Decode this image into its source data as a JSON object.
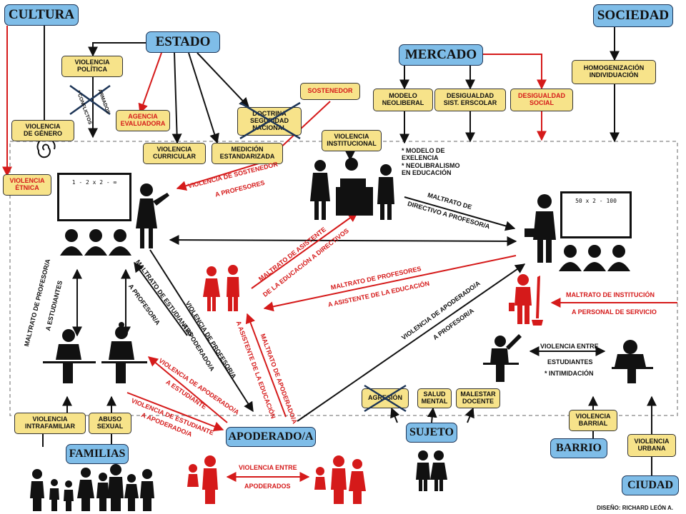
{
  "boxes": {
    "cultura": "CULTURA",
    "estado": "ESTADO",
    "mercado": "MERCADO",
    "sociedad": "SOCIEDAD",
    "familias": "FAMILIAS",
    "apoderado": "APODERADO/A",
    "sujeto": "SUJETO",
    "barrio": "BARRIO",
    "ciudad": "CIUDAD"
  },
  "tags": {
    "violencia_politica": "VIOLENCIA\nPOLÍTICA",
    "agencia_evaluadora": "AGENCIA\nEVALUADORA",
    "violencia_genero": "VIOLENCIA\nDE GÉNERO",
    "violencia_etnica": "VIOLENCIA\nÉTNICA",
    "violencia_curricular": "VIOLENCIA\nCURRICULAR",
    "medicion_estandarizada": "MEDICIÓN\nESTANDARIZADA",
    "doctrina_seguridad": "DOCTRINA\nSEGURIDAD\nNACIONAL",
    "sostenedor": "SOSTENEDOR",
    "violencia_institucional": "VIOLENCIA\nINSTITUCIONAL",
    "modelo_neoliberal": "MODELO\nNEOLIBERAL",
    "desigualdad_sist": "DESIGUALDAD\nSIST. ERSCOLAR",
    "desigualdad_social": "DESIGUALDAD\nSOCIAL",
    "homogenizacion": "HOMOGENIZACIÓN\nINDIVIDUACIÓN",
    "agresion": "AGRESIÓN",
    "salud_mental": "SALUD\nMENTAL",
    "malestar_docente": "MALESTAR\nDOCENTE",
    "violencia_intrafamiliar": "VIOLENCIA\nINTRAFAMILIAR",
    "abuso_sexual": "ABUSO\nSEXUAL",
    "violencia_barrial": "VIOLENCIA\nBARRIAL",
    "violencia_urbana": "VIOLENCIA\nURBANA"
  },
  "labels": {
    "conflictos": "* CONFLICTOS",
    "armados": "ARMADOS",
    "viol_sostenedor_1": "VIOLENCIA DE SOSTENEDOR",
    "viol_sostenedor_2": "A PROFESORES",
    "maltrato_directivo_1": "MALTRATO DE",
    "maltrato_directivo_2": "DIRECTIVO A PROFESOR/A",
    "maltrato_asistente_1": "MALTRATO DE ASISTENTE",
    "maltrato_asistente_2": "DE LA EDUCACIÓN A DIRECTIVOS",
    "maltrato_profesores_1": "MALTRATO DE PROFESORES",
    "maltrato_profesores_2": "A ASISTENTE DE LA EDUCACIÓN",
    "maltrato_institucion_1": "MALTRATO DE INSTITUCIÓN",
    "maltrato_institucion_2": "A PERSONAL DE SERVICIO",
    "maltrato_prof_est_1": "MALTRATO DE PROFESOR/A",
    "maltrato_prof_est_2": "A ESTUDIANTES",
    "maltrato_est_prof_1": "MALTRATO DE ESTUDIANTES",
    "maltrato_est_prof_2": "A PROFESOR/A",
    "viol_prof_apod_1": "VIOLENCIA DE PROFESOR/A",
    "viol_prof_apod_2": "A APODERADO/A",
    "maltrato_apod_asist_1": "MALTRATO DE APODERADO/A",
    "maltrato_apod_asist_2": "A ASISTENTE DE LA EDUCACIÓN",
    "viol_apod_est_1": "VIOLENCIA DE APODERADO/A",
    "viol_apod_est_2": "A ESTUDIANTE",
    "viol_est_apod_1": "VIOLENCIA DE ESTUDIANTE",
    "viol_est_apod_2": "A APODERADO/A",
    "viol_apod_prof_1": "VIOLENCIA DE APODERADO/A",
    "viol_apod_prof_2": "A PROFESOR/A",
    "viol_apoderados_1": "VIOLENCIA ENTRE",
    "viol_apoderados_2": "APODERADOS",
    "viol_estudiantes_1": "VIOLENCIA ENTRE",
    "viol_estudiantes_2": "ESTUDIANTES",
    "intimidacion": "* INTIMIDACIÓN"
  },
  "notes": {
    "modelo_excelencia": "* MODELO DE\n  EXELENCIA\n* NEOLIBRALISMO\n  EN EDUCACIÓN"
  },
  "boards": {
    "left": "1 - 2 x 2 - ∞",
    "right": "50 x 2 - 100"
  },
  "credit": "DISEÑO: RICHARD LEÓN A.",
  "colors": {
    "box_blue": "#7fbde8",
    "tag_yellow": "#f7e38a",
    "violence_red": "#d51a1a",
    "figure_black": "#111111"
  }
}
